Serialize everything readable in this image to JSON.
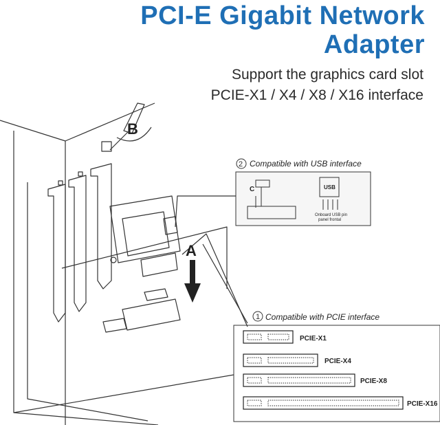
{
  "title": {
    "line1": "PCI-E Gigabit Network",
    "line2": "Adapter"
  },
  "subtitle": {
    "line1": "Support the graphics card slot",
    "line2": "PCIE-X1 / X4 / X8 / X16 interface"
  },
  "callout_usb": {
    "number": "2",
    "text": "Compatible with USB interface",
    "detail_c": "C",
    "detail_usb": "USB",
    "detail_caption_1": "Onboard USB pin",
    "detail_caption_2": "panel frontal"
  },
  "callout_pcie": {
    "number": "1",
    "text": "Compatible with PCIE interface",
    "slots": [
      "PCIE-X1",
      "PCIE-X4",
      "PCIE-X8",
      "PCIE-X16"
    ]
  },
  "labels": {
    "a": "A",
    "b": "B"
  },
  "colors": {
    "title": "#1f6fb5",
    "lines": "#333333",
    "arrow": "#222222"
  }
}
